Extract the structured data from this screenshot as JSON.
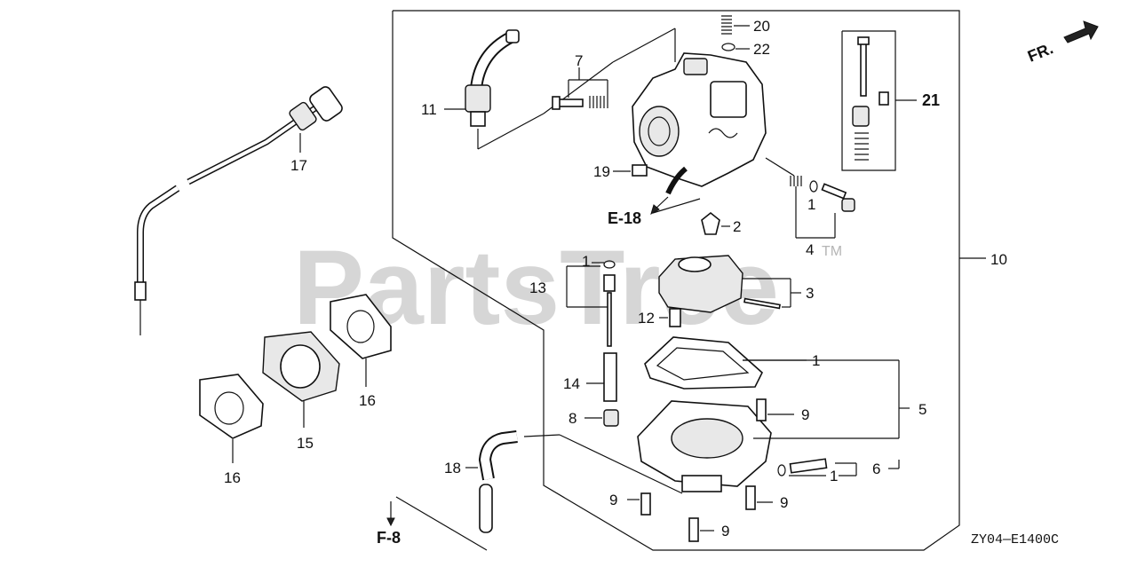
{
  "watermark": {
    "text": "PartsTree",
    "tm": "TM"
  },
  "diagram_code": "ZY04—E1400C",
  "direction": {
    "label": "FR.",
    "color": "#111111"
  },
  "refs": {
    "e18": "E-18",
    "f8": "F-8"
  },
  "callouts": {
    "c1a": "1",
    "c1b": "1",
    "c1c": "1",
    "c1d": "1",
    "c2": "2",
    "c3": "3",
    "c4": "4",
    "c5": "5",
    "c6": "6",
    "c7": "7",
    "c8": "8",
    "c9a": "9",
    "c9b": "9",
    "c9c": "9",
    "c9d": "9",
    "c10": "10",
    "c11": "11",
    "c12": "12",
    "c13": "13",
    "c14": "14",
    "c15": "15",
    "c16a": "16",
    "c16b": "16",
    "c17": "17",
    "c18": "18",
    "c19": "19",
    "c20": "20",
    "c21": "21",
    "c22": "22"
  }
}
